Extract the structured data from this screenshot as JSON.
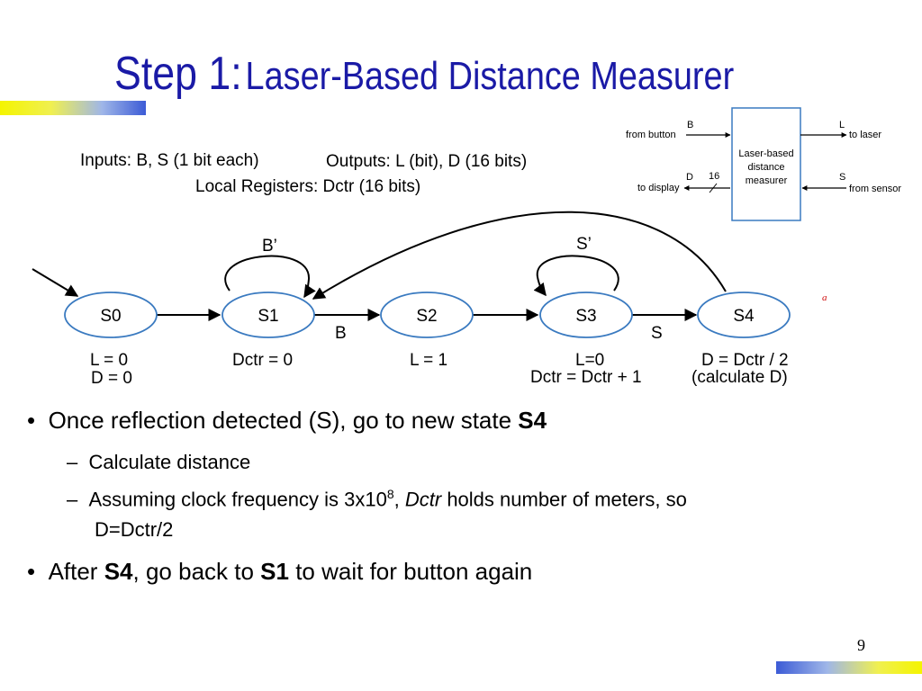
{
  "title": {
    "step": "Step 1:",
    "text": "Laser-Based Distance Measurer"
  },
  "info": {
    "inputs": "Inputs: B, S (1 bit each)",
    "outputs": "Outputs: L (bit), D (16 bits)",
    "registers": "Local Registers: Dctr (16 bits)"
  },
  "block": {
    "label_lines": [
      "Laser-based",
      "distance",
      "measurer"
    ],
    "ports": {
      "b": "B",
      "l": "L",
      "d": "D",
      "s": "S",
      "width": "16"
    },
    "signals": {
      "from_button": "from button",
      "to_laser": "to laser",
      "to_display": "to display",
      "from_sensor": "from sensor"
    }
  },
  "fsm": {
    "states": [
      "S0",
      "S1",
      "S2",
      "S3",
      "S4"
    ],
    "transitions": {
      "s1_s2": "B",
      "s3_s4": "S",
      "s1_self": "B’",
      "s3_self": "S’"
    },
    "actions": {
      "s0": [
        "L = 0",
        "D = 0"
      ],
      "s1": [
        "Dctr = 0"
      ],
      "s2": [
        "L = 1"
      ],
      "s3": [
        "L=0",
        "Dctr = Dctr + 1"
      ],
      "s4": [
        "D = Dctr / 2",
        "(calculate D)"
      ]
    },
    "stray_mark": "a"
  },
  "bullets": {
    "b1": {
      "text": "Once reflection detected (S), go to new state ",
      "bold": "S4"
    },
    "sub1": "Calculate distance",
    "sub2": {
      "pre": "Assuming clock frequency is 3x10",
      "exp": "8",
      "comma": ", ",
      "italic": "Dctr",
      "post": " holds number of meters, so",
      "line2": "D=Dctr/2"
    },
    "b2": {
      "pre": "After ",
      "bold1": "S4",
      "mid": ", go back to ",
      "bold2": "S1",
      "post": " to wait for button again"
    }
  },
  "page_number": "9",
  "colors": {
    "title": "#1a1aa6",
    "state_stroke": "#3a7ac0",
    "bar_yellow": "#f4f400",
    "bar_blue": "#3c5bd6"
  }
}
